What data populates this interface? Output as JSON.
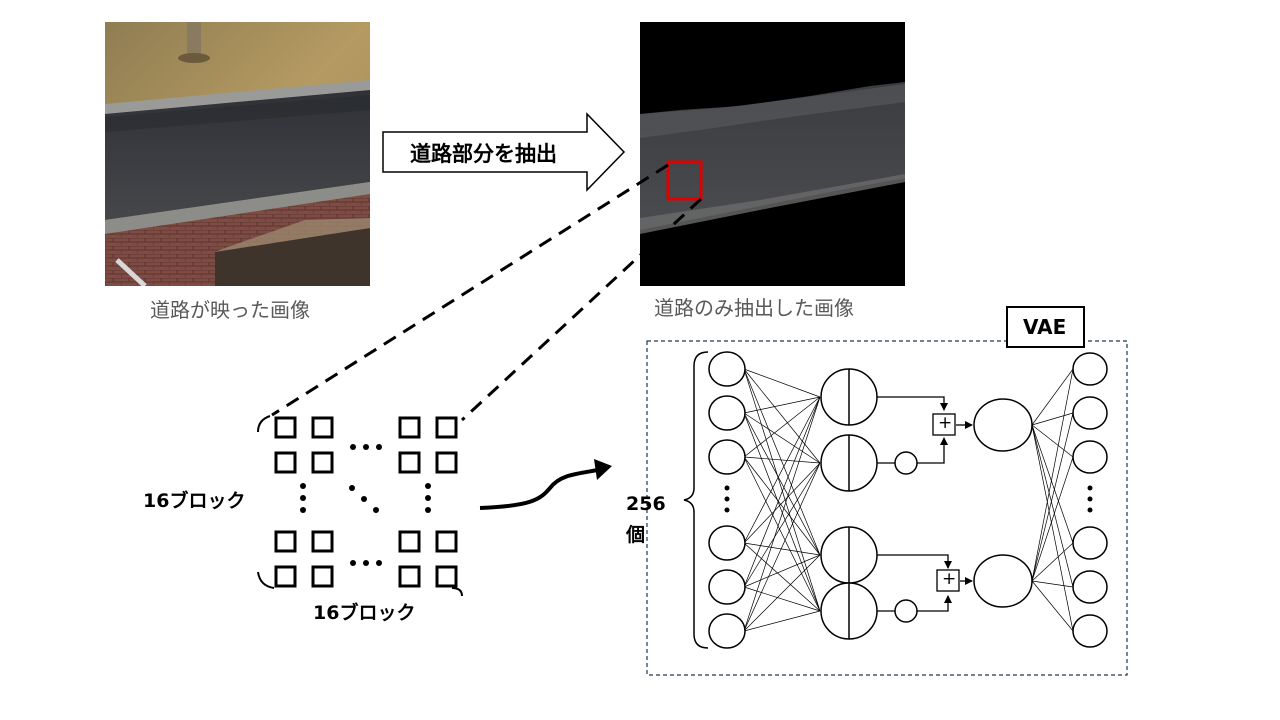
{
  "input_image": {
    "caption": "道路が映った画像"
  },
  "output_image": {
    "caption": "道路のみ抽出した画像"
  },
  "extract_arrow": {
    "label": "道路部分を抽出"
  },
  "grid": {
    "rows_label": "16ブロック",
    "cols_label": "16ブロック"
  },
  "input_count": {
    "line1": "256",
    "line2": "個"
  },
  "vae": {
    "title": "VAE",
    "sum_symbol": "+"
  },
  "colors": {
    "highlight_box": "#e00000",
    "road": "#3a3c40",
    "brick": "#7a4a42",
    "grass": "#a7905c"
  }
}
